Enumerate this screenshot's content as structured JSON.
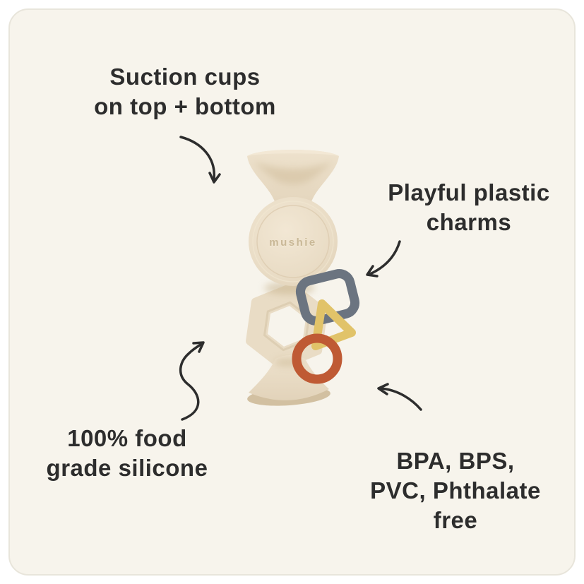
{
  "card": {
    "page_background": "#ffffff",
    "background": "#f7f4ec",
    "border_color": "#e8e5db"
  },
  "ink_color": "#2d2d2d",
  "product": {
    "brand": "mushie",
    "body_color": "#e9dcc5",
    "body_highlight": "#f2e7d4",
    "body_shadow": "#d3c2a4",
    "charms": [
      {
        "shape": "square-ring",
        "color": "#6b7480"
      },
      {
        "shape": "triangle-ring",
        "color": "#e1c369"
      },
      {
        "shape": "circle-ring",
        "color": "#bf5a34"
      }
    ]
  },
  "annotations": [
    {
      "id": "suction-cups",
      "lines": [
        "Suction cups",
        "on top + bottom"
      ]
    },
    {
      "id": "plastic-charms",
      "lines": [
        "Playful plastic",
        "charms"
      ]
    },
    {
      "id": "food-grade",
      "lines": [
        "100% food",
        "grade silicone"
      ]
    },
    {
      "id": "chemical-free",
      "lines": [
        "BPA, BPS,",
        "PVC, Phthalate",
        "free"
      ]
    }
  ]
}
